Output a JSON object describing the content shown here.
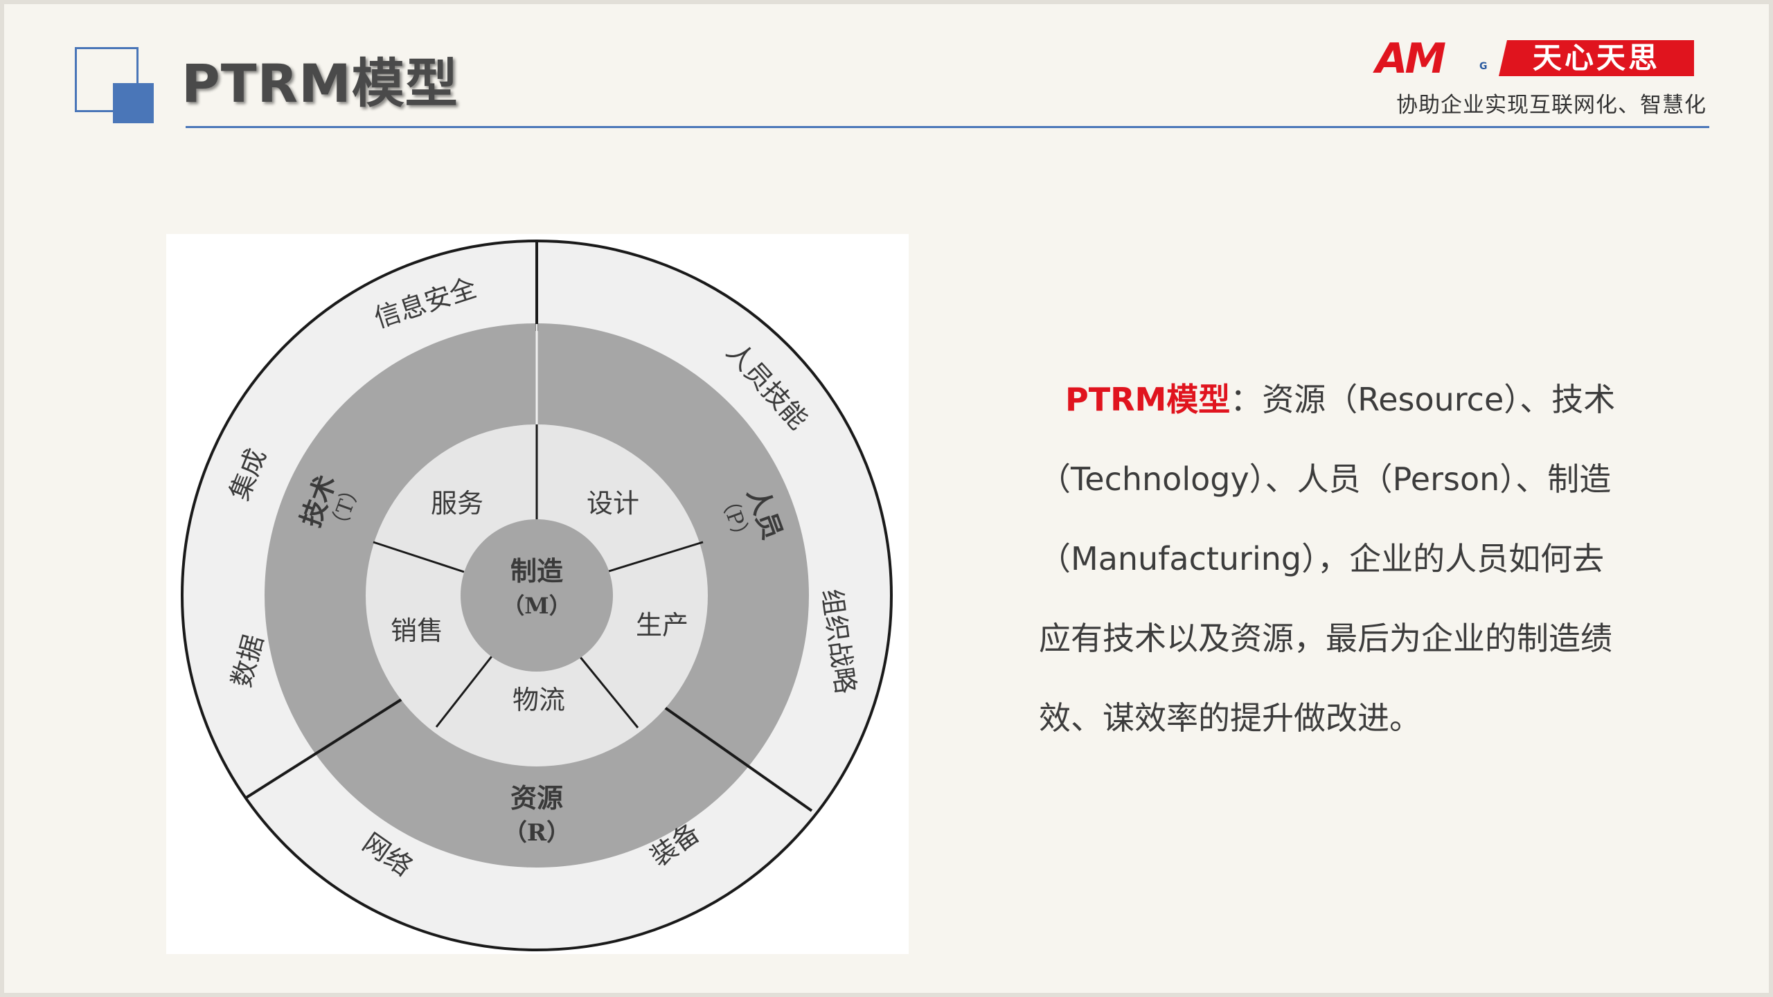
{
  "header": {
    "title": "PTRM模型"
  },
  "logo": {
    "mark": "AM",
    "mark_suffix": "G",
    "brand": "天心天思",
    "tagline": "协助企业实现互联网化、智慧化"
  },
  "diagram": {
    "outer_ring": [
      "信息安全",
      "人员技能",
      "组织战略",
      "装备",
      "网络",
      "数据",
      "集成"
    ],
    "middle_ring": {
      "technology": {
        "name": "技术",
        "code": "（T）"
      },
      "person": {
        "name": "人员",
        "code": "（P）"
      },
      "resource": {
        "name": "资源",
        "code": "（R）"
      }
    },
    "inner_ring": [
      "服务",
      "设计",
      "生产",
      "物流",
      "销售"
    ],
    "center": {
      "name": "制造",
      "code": "（M）"
    }
  },
  "description": {
    "keyword": "PTRM模型",
    "text": "：资源（Resource）、技术（Technology）、人员（Person）、制造（Manufacturing），企业的人员如何去应有技术以及资源，最后为企业的制造绩效、谋效率的提升做改进。"
  },
  "colors": {
    "accent_blue": "#4a76b8",
    "brand_red": "#e0141e",
    "middle_ring_gray": "#a6a6a6",
    "inner_ring_gray": "#e6e6e6",
    "outer_ring_gray": "#f0f0f0",
    "center_gray": "#a6a6a6"
  }
}
